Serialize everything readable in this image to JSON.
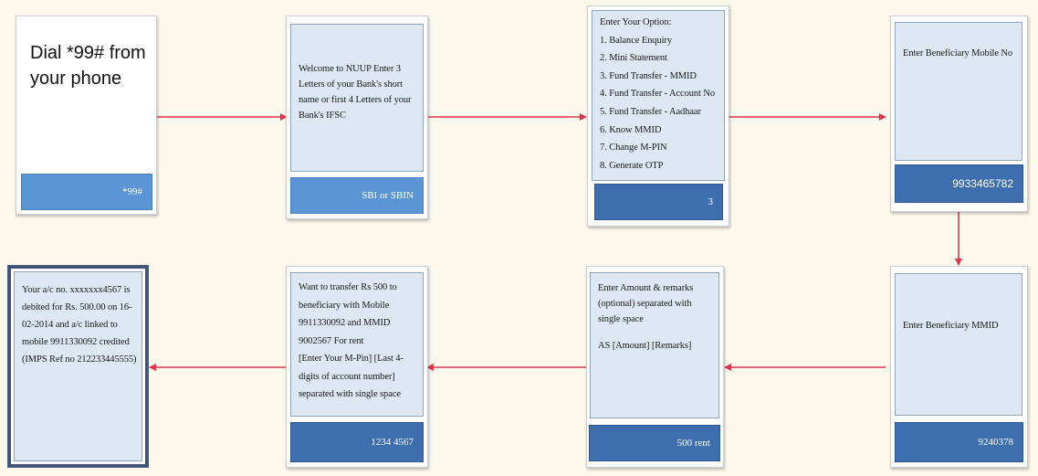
{
  "colors": {
    "background": "#fdf8ec",
    "arrow": "#e0354e",
    "panel": "#dde8f4",
    "bar_light": "#5b95d6",
    "bar_dark": "#3f6eaf"
  },
  "steps": [
    {
      "id": "dial",
      "text": "Dial *99# from your phone",
      "input": "*99#"
    },
    {
      "id": "welcome",
      "lines": [
        "Welcome to NUUP Enter 3",
        "Letters of your Bank's short",
        "name or first 4 Letters of your",
        "Bank's IFSC"
      ],
      "input": "SBI or SBIN"
    },
    {
      "id": "option",
      "title": "Enter Your Option:",
      "options": [
        "1. Balance Enquiry",
        "2. Mini Statement",
        "3. Fund Transfer - MMID",
        "4. Fund Transfer - Account No",
        "5. Fund Transfer - Aadhaar",
        "6. Know MMID",
        "7. Change M-PIN",
        "8. Generate OTP"
      ],
      "input": "3"
    },
    {
      "id": "mobile",
      "text": "Enter Beneficiary Mobile No",
      "input": "9933465782"
    },
    {
      "id": "mmid",
      "text": "Enter Beneficiary MMID",
      "input": "9240378"
    },
    {
      "id": "amount",
      "lines": [
        "Enter Amount & remarks",
        "(optional) separated with",
        "single space"
      ],
      "format": "AS [Amount] [Remarks]",
      "input": "500 rent"
    },
    {
      "id": "confirm",
      "lines": [
        "Want to transfer Rs 500 to",
        "beneficiary with Mobile",
        "9911330092 and MMID",
        "9002567 For rent",
        "[Enter Your M-Pin] [Last 4-",
        "digits of account number]",
        "separated with single space"
      ],
      "input": "1234 4567"
    },
    {
      "id": "debit",
      "lines": [
        "Your a/c no. xxxxxxx4567 is",
        "debited for Rs. 500.00 on 16-",
        "02-2014 and a/c linked to",
        "mobile 9911330092 credited",
        "(IMPS Ref no 212233445555)"
      ]
    }
  ]
}
